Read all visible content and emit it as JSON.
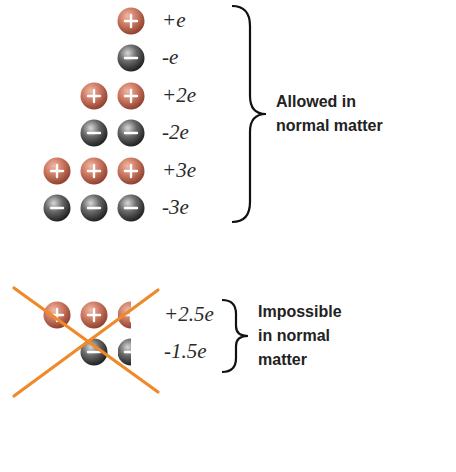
{
  "diagram": {
    "labels": [
      "+e",
      "-e",
      "+2e",
      "-2e",
      "+3e",
      "-3e",
      "Allowed in normal matter",
      "+2.5e",
      "-1.5e",
      "Impossible in normal matter"
    ]
  }
}
